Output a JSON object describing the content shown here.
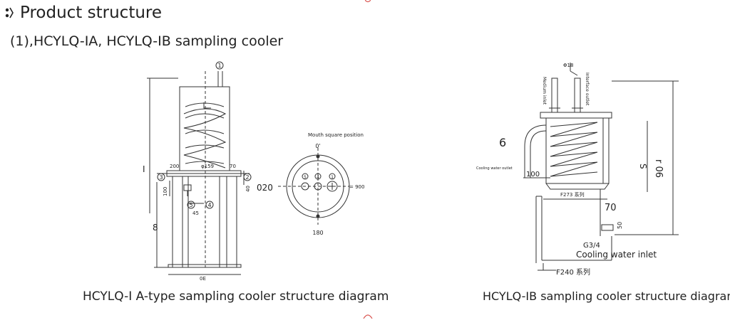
{
  "section": {
    "title": "Product structure"
  },
  "subtitle": "(1),HCYLQ-IA, HCYLQ-IB sampling cooler",
  "figure_a": {
    "caption": "HCYLQ-I A-type sampling cooler structure diagram",
    "labels": {
      "circle1": "1",
      "circle2": "2",
      "circle3": "3",
      "circle4": "4",
      "circle5": "5",
      "dim_200": "200",
      "dim_159": "φ159",
      "dim_70": "70",
      "dim_100": "100",
      "dim_45": "45",
      "dim_40": "40",
      "dim_020": "020",
      "dim_8": "8",
      "dim_I": "I",
      "dim_0E": "0E",
      "mouth_title": "Mouth square position",
      "mouth_0": "0'",
      "mouth_900": "= 900",
      "mouth_180": "180",
      "mouth_c5": "5",
      "mouth_c4": "4",
      "mouth_c1": "1"
    }
  },
  "figure_b": {
    "caption": "HCYLQ-IB sampling cooler structure diagram",
    "labels": {
      "phi18": "Φ18",
      "medium_inlet": "Medium inlet",
      "interface_outlet": "Interface outlet",
      "dim_6": "6",
      "cooling_outlet": "Cooling water outlet",
      "dim_100": "100",
      "f273": "F273 系列",
      "dim_70": "70",
      "dim_s": "S",
      "dim_r06": "r 06",
      "dim_50": "50",
      "g34": "G3/4",
      "cooling_inlet": "Cooling water inlet",
      "f240": "F240 系列"
    }
  },
  "colors": {
    "line": "#333333",
    "text": "#222222",
    "accent_red": "#d9534f"
  }
}
